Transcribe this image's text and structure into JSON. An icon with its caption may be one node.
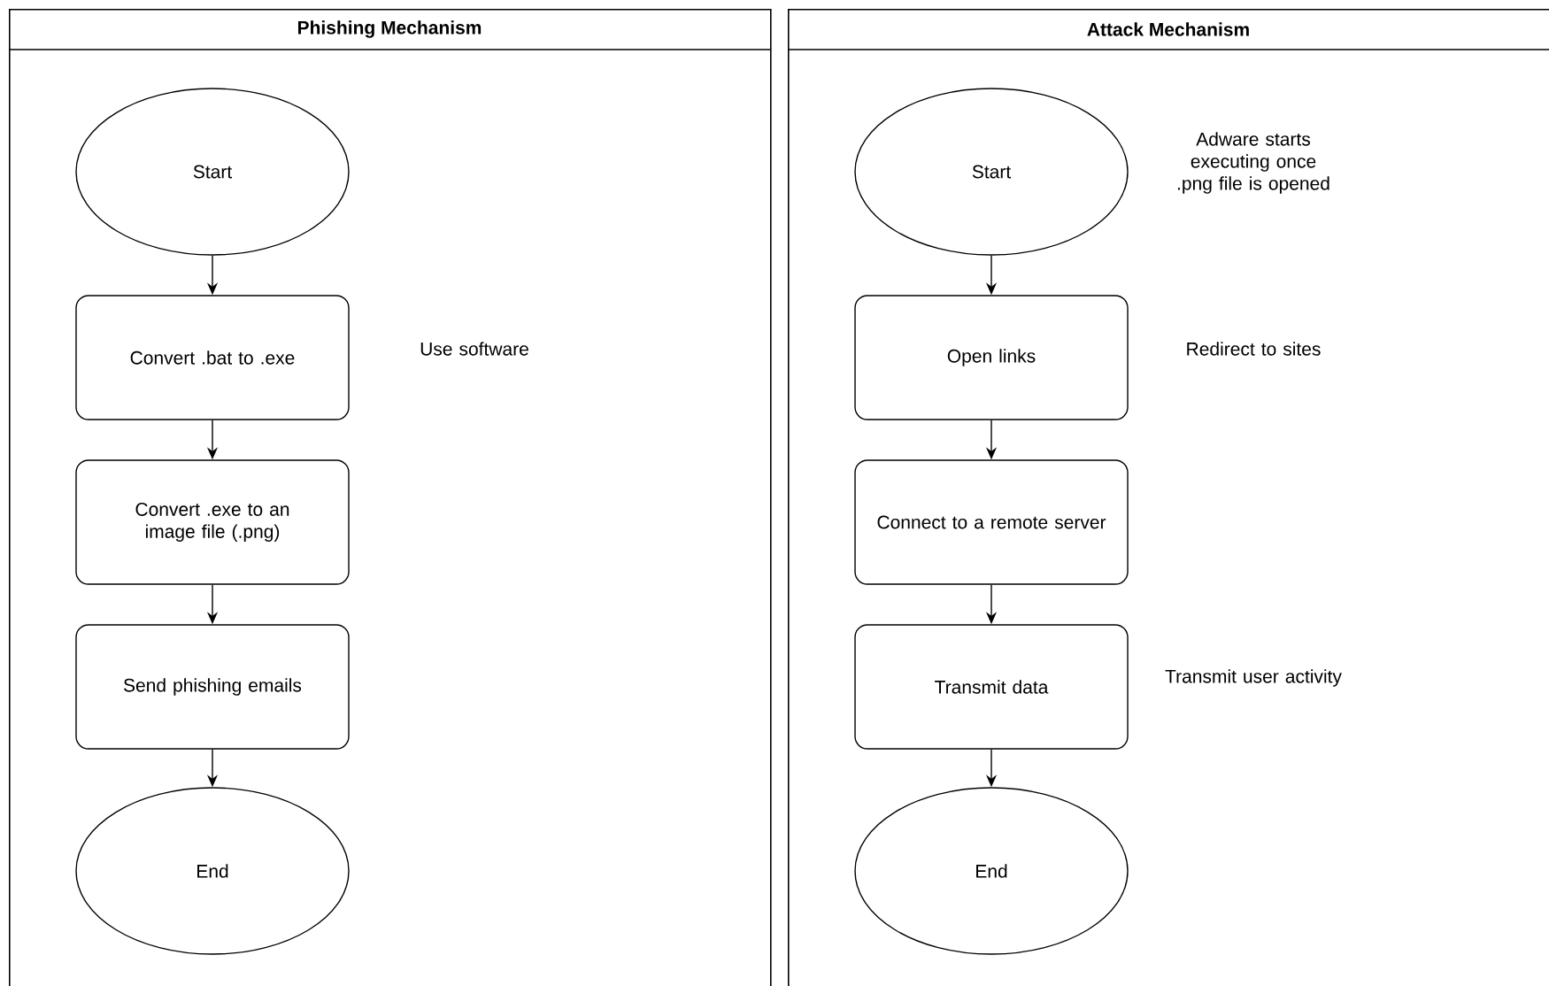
{
  "diagram": {
    "nodes": [
      {
        "text": [
          "Phishing Mechanism"
        ]
      },
      {
        "text": [
          "Start"
        ],
        "in": 0
      },
      {
        "text": [
          "Convert .bat to .exe"
        ],
        "in": 0,
        "beside": [
          "Use software"
        ]
      },
      {
        "text": [
          "Convert .exe to an image file (.png)"
        ],
        "in": 0
      },
      {
        "text": [
          "Send phishing emails"
        ],
        "in": 0
      },
      {
        "text": [
          "End"
        ],
        "in": 0
      },
      {
        "text": [
          "Attack Mechanism"
        ]
      },
      {
        "text": [
          "Start"
        ],
        "in": 6,
        "beside": [
          "Adware starts executing once .png file is opened"
        ]
      },
      {
        "text": [
          "Open links"
        ],
        "in": 6,
        "beside": [
          "Redirect to sites"
        ]
      },
      {
        "text": [
          "Connect to a remote server"
        ],
        "in": 6
      },
      {
        "text": [
          "Transmit data"
        ],
        "in": 6,
        "beside": [
          "Transmit user activity"
        ]
      },
      {
        "text": [
          "End"
        ],
        "in": 6
      }
    ],
    "edges": [
      {
        "from": 1,
        "to": 2,
        "arrow": "to"
      },
      {
        "from": 2,
        "to": 3,
        "arrow": "to"
      },
      {
        "from": 3,
        "to": 4,
        "arrow": "to"
      },
      {
        "from": 4,
        "to": 5,
        "arrow": "to"
      },
      {
        "from": 7,
        "to": 8,
        "arrow": "to"
      },
      {
        "from": 8,
        "to": 9,
        "arrow": "to"
      },
      {
        "from": 9,
        "to": 10,
        "arrow": "to"
      },
      {
        "from": 10,
        "to": 11,
        "arrow": "to"
      }
    ]
  }
}
